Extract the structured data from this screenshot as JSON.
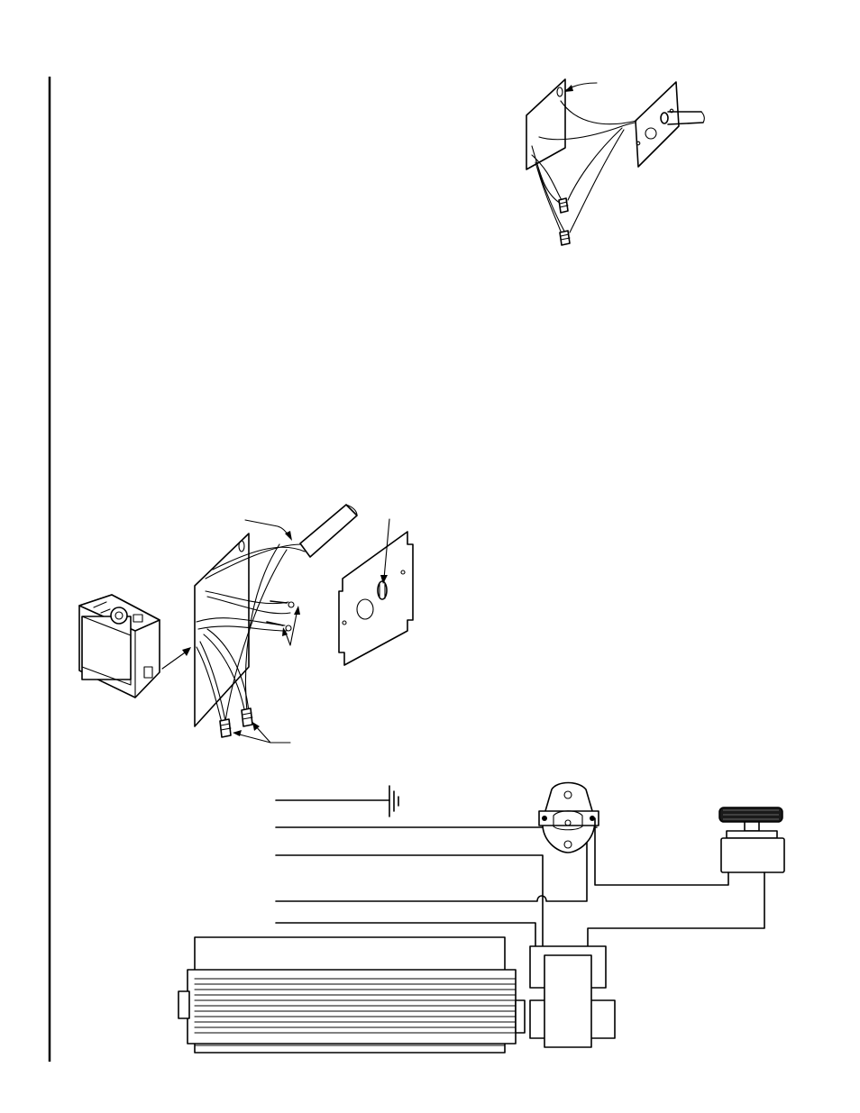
{
  "page": {
    "background": "#ffffff",
    "line_color": "#000000"
  },
  "figures": [
    {
      "name": "junction-box-wire-entry",
      "icon": "junction-box-icon"
    },
    {
      "name": "junction-box-assembly-with-receptacle",
      "icon": "receptacle-box-icon"
    },
    {
      "name": "blower-wiring-schematic",
      "icon": "wiring-schematic-icon"
    }
  ]
}
